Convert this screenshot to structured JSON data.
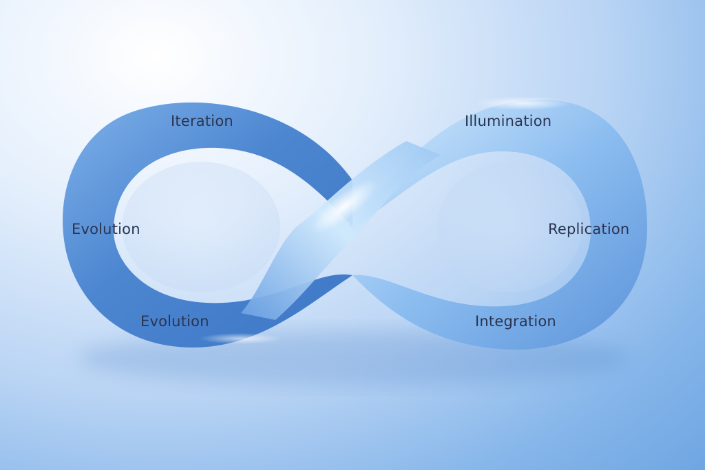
{
  "diagram": {
    "labels": {
      "top_left": "Iteration",
      "left": "Evolution",
      "bottom_left": "Evolution",
      "top_right": "Illumination",
      "right": "Replication",
      "bottom_right": "Integration"
    }
  },
  "colors": {
    "ring_dark": "#3f79c8",
    "ring_mid": "#6fa2e0",
    "ring_light": "#bfe0fb",
    "label_text": "#2a3450"
  }
}
